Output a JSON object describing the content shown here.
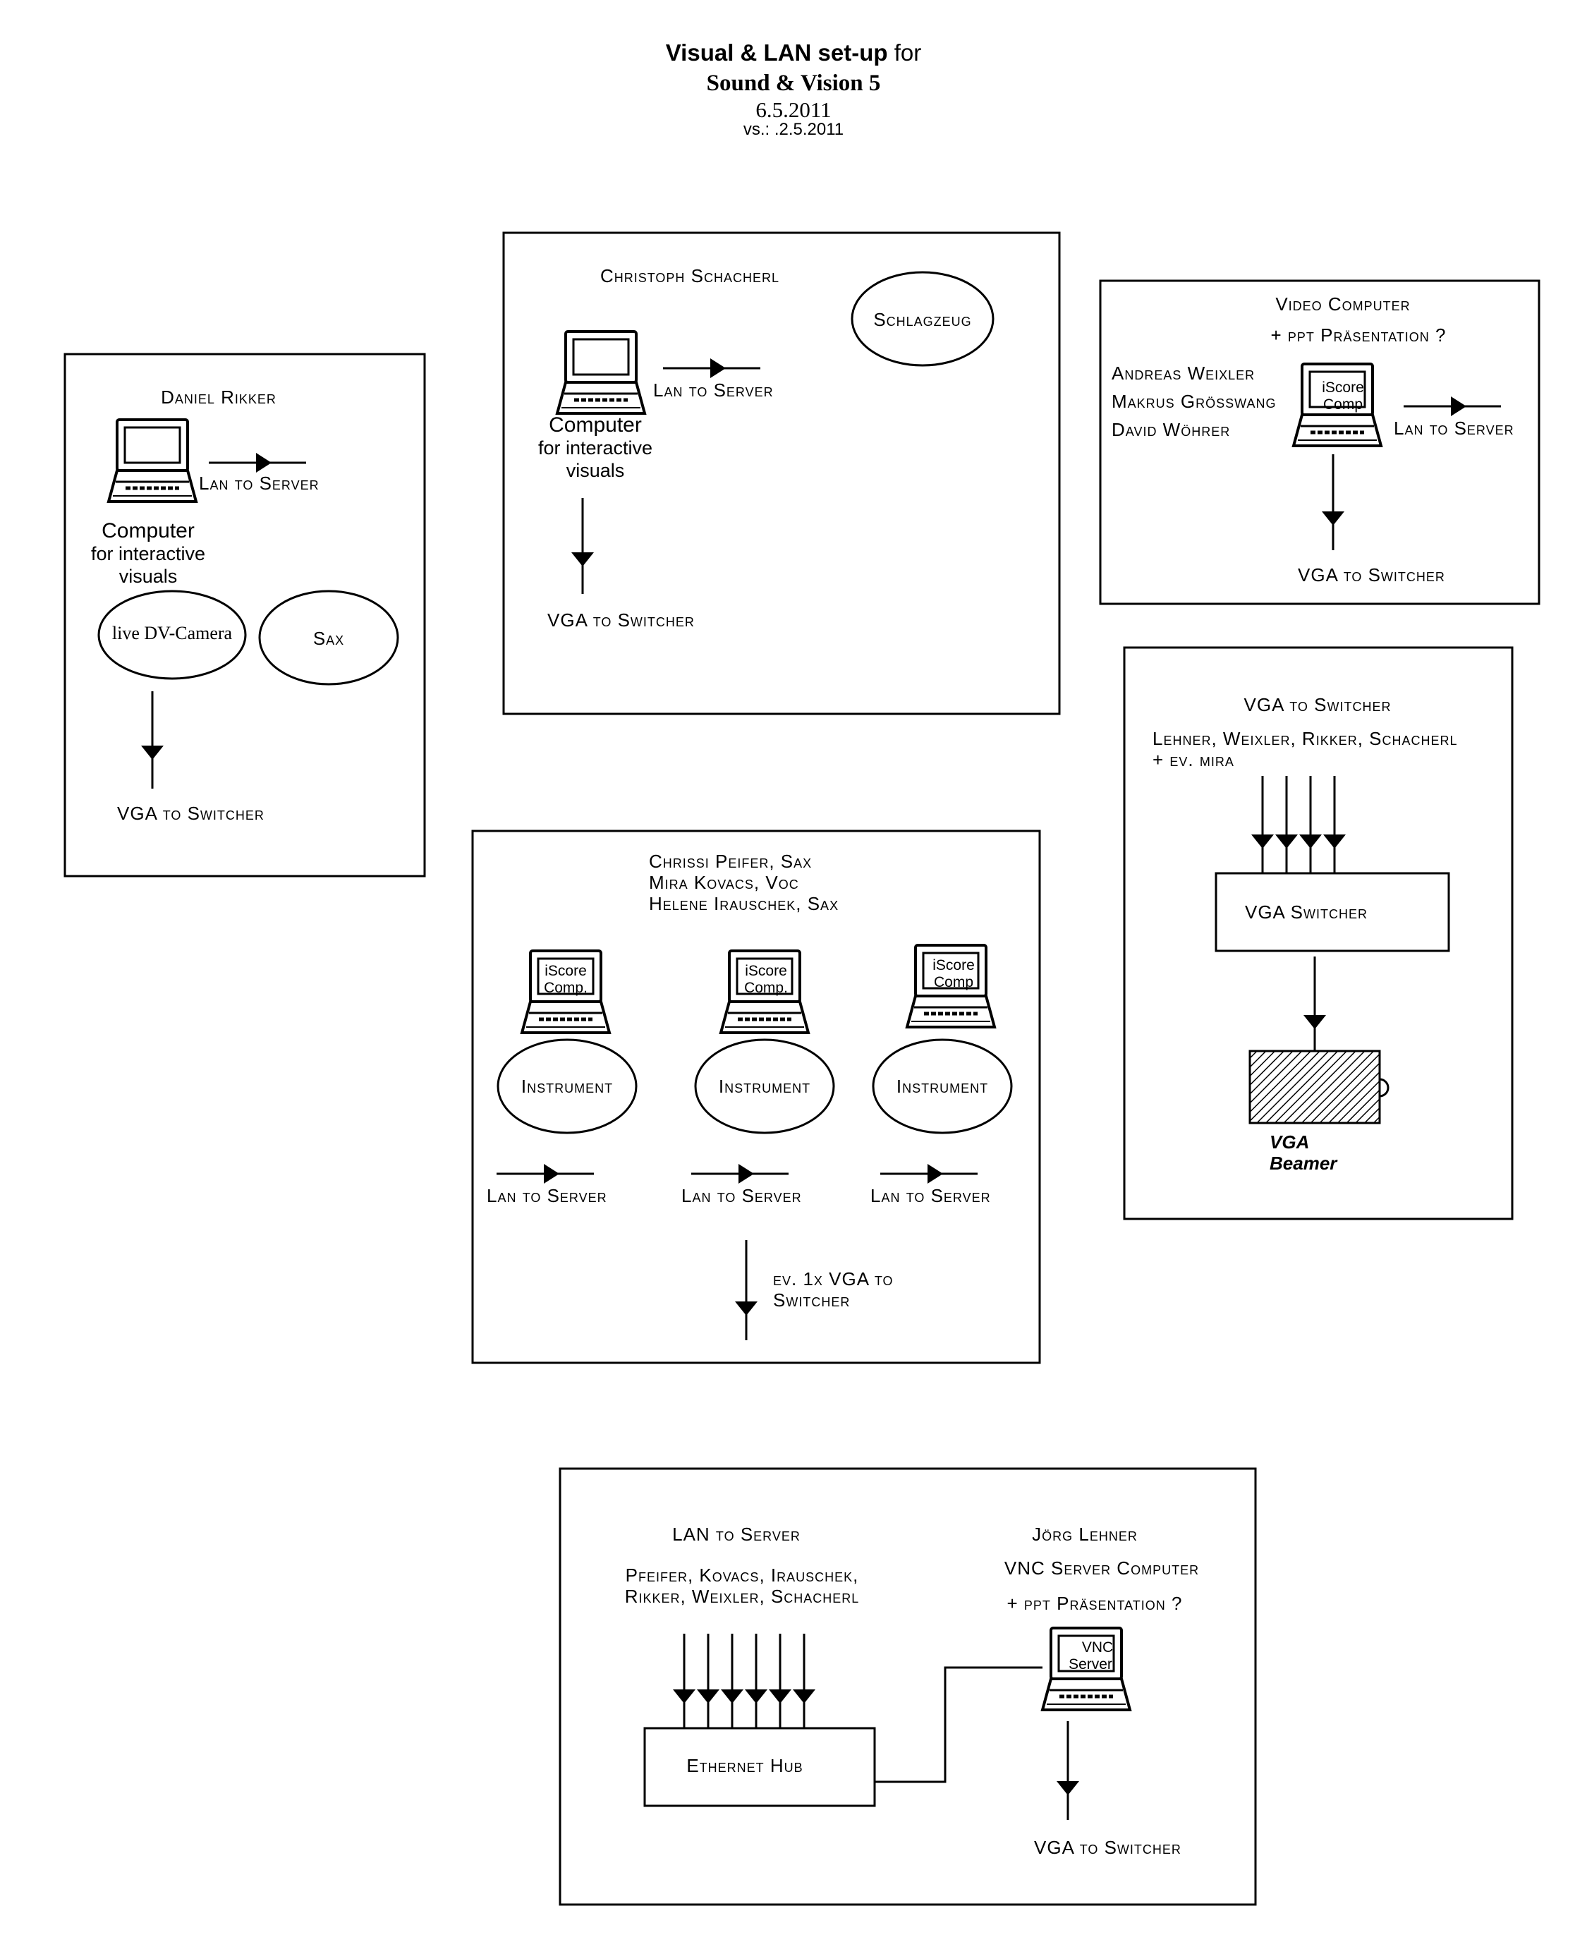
{
  "header": {
    "title_bold": "Visual & LAN set-up",
    "title_rest": "for",
    "subtitle": "Sound & Vision 5",
    "date": "6.5.2011",
    "version": "vs.: .2.5.2011"
  },
  "rikker": {
    "person": "Daniel Rikker",
    "lan": "Lan to Server",
    "computer_title": "Computer",
    "computer_line2": "for interactive",
    "computer_line3": "visuals",
    "camera": "live DV-Camera",
    "instrument": "Sax",
    "vga": "VGA to Switcher"
  },
  "schacherl": {
    "person": "Christoph Schacherl",
    "instrument": "Schlagzeug",
    "lan": "Lan to Server",
    "computer_title": "Computer",
    "computer_line2": "for interactive",
    "computer_line3": "visuals",
    "vga": "VGA to Switcher"
  },
  "video": {
    "title": "Video Computer",
    "subtitle": "+ ppt Präsentation ?",
    "people": [
      "Andreas Weixler",
      "Makrus Grösswang",
      "David Wöhrer"
    ],
    "screen_line1": "iScore",
    "screen_line2": "Comp",
    "lan": "Lan to Server",
    "vga": "VGA to Switcher"
  },
  "switcher": {
    "title": "VGA to Switcher",
    "sources": "Lehner, Weixler,  Rikker, Schacherl",
    "sources2": "+ ev. mira",
    "box": "VGA Switcher",
    "beamer_line1": "VGA",
    "beamer_line2": "Beamer"
  },
  "ensemble": {
    "people": [
      "Chrissi Peifer, Sax",
      "Mira Kovacs, Voc",
      "Helene Irauschek, Sax"
    ],
    "computers": [
      {
        "line1": "iScore",
        "line2": "Comp."
      },
      {
        "line1": "iScore",
        "line2": "Comp."
      },
      {
        "line1": "iScore",
        "line2": "Comp"
      }
    ],
    "instrument": "Instrument",
    "lan": "Lan to Server",
    "vga_line1": "ev. 1x VGA to",
    "vga_line2": "Switcher"
  },
  "network": {
    "title": "LAN to Server",
    "sources1": "Pfeifer, Kovacs, Irauschek,",
    "sources2": "Rikker, Weixler, Schacherl",
    "hub": "Ethernet Hub",
    "server_person": "Jörg Lehner",
    "server_title": "VNC Server Computer",
    "server_sub": "+ ppt Präsentation ?",
    "screen_line1": "VNC",
    "screen_line2": "Server",
    "vga": "VGA to Switcher"
  }
}
